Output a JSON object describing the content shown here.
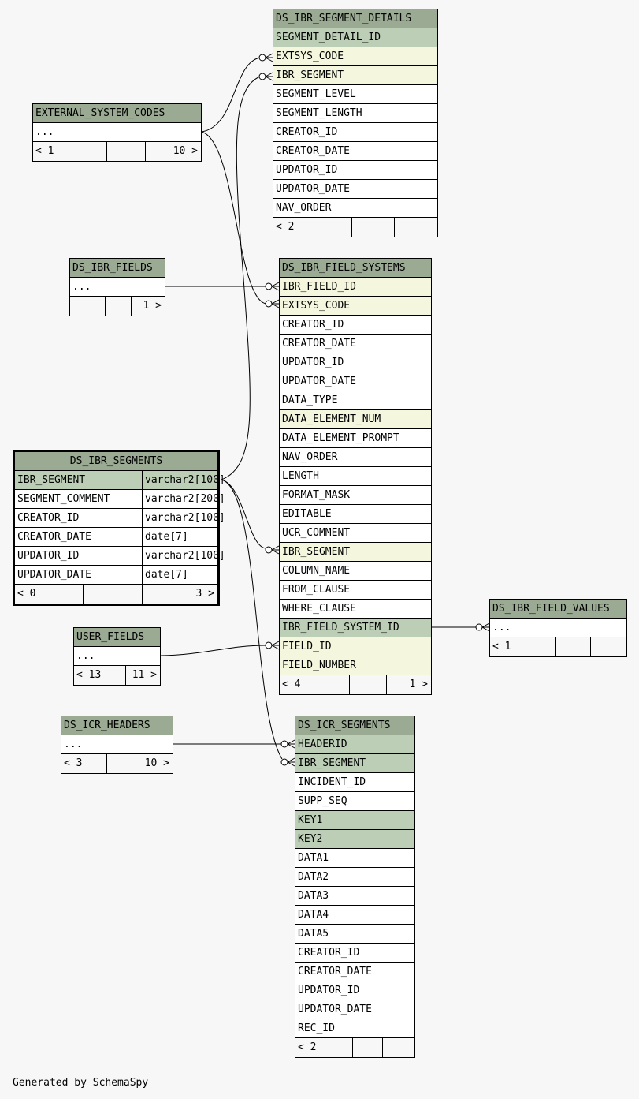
{
  "tables": {
    "segment_details": {
      "name": "DS_IBR_SEGMENT_DETAILS",
      "rows": [
        {
          "label": "SEGMENT_DETAIL_ID",
          "kind": "pk"
        },
        {
          "label": "EXTSYS_CODE",
          "kind": "fk"
        },
        {
          "label": "IBR_SEGMENT",
          "kind": "fk"
        },
        {
          "label": "SEGMENT_LEVEL",
          "kind": "plain"
        },
        {
          "label": "SEGMENT_LENGTH",
          "kind": "plain"
        },
        {
          "label": "CREATOR_ID",
          "kind": "plain"
        },
        {
          "label": "CREATOR_DATE",
          "kind": "plain"
        },
        {
          "label": "UPDATOR_ID",
          "kind": "plain"
        },
        {
          "label": "UPDATOR_DATE",
          "kind": "plain"
        },
        {
          "label": "NAV_ORDER",
          "kind": "plain"
        }
      ],
      "footer": [
        "< 2",
        "",
        ""
      ]
    },
    "external_system_codes": {
      "name": "EXTERNAL_SYSTEM_CODES",
      "rows": [
        {
          "label": "...",
          "kind": "plain"
        }
      ],
      "footer": [
        "< 1",
        "",
        "10 >"
      ]
    },
    "ibr_fields": {
      "name": "DS_IBR_FIELDS",
      "rows": [
        {
          "label": "...",
          "kind": "plain"
        }
      ],
      "footer": [
        "",
        "",
        "1 >"
      ]
    },
    "field_systems": {
      "name": "DS_IBR_FIELD_SYSTEMS",
      "rows": [
        {
          "label": "IBR_FIELD_ID",
          "kind": "fk"
        },
        {
          "label": "EXTSYS_CODE",
          "kind": "fk"
        },
        {
          "label": "CREATOR_ID",
          "kind": "plain"
        },
        {
          "label": "CREATOR_DATE",
          "kind": "plain"
        },
        {
          "label": "UPDATOR_ID",
          "kind": "plain"
        },
        {
          "label": "UPDATOR_DATE",
          "kind": "plain"
        },
        {
          "label": "DATA_TYPE",
          "kind": "plain"
        },
        {
          "label": "DATA_ELEMENT_NUM",
          "kind": "fk"
        },
        {
          "label": "DATA_ELEMENT_PROMPT",
          "kind": "plain"
        },
        {
          "label": "NAV_ORDER",
          "kind": "plain"
        },
        {
          "label": "LENGTH",
          "kind": "plain"
        },
        {
          "label": "FORMAT_MASK",
          "kind": "plain"
        },
        {
          "label": "EDITABLE",
          "kind": "plain"
        },
        {
          "label": "UCR_COMMENT",
          "kind": "plain"
        },
        {
          "label": "IBR_SEGMENT",
          "kind": "fk"
        },
        {
          "label": "COLUMN_NAME",
          "kind": "plain"
        },
        {
          "label": "FROM_CLAUSE",
          "kind": "plain"
        },
        {
          "label": "WHERE_CLAUSE",
          "kind": "plain"
        },
        {
          "label": "IBR_FIELD_SYSTEM_ID",
          "kind": "pk"
        },
        {
          "label": "FIELD_ID",
          "kind": "fk"
        },
        {
          "label": "FIELD_NUMBER",
          "kind": "fk"
        }
      ],
      "footer": [
        "< 4",
        "",
        "1 >"
      ]
    },
    "segments": {
      "name": "DS_IBR_SEGMENTS",
      "rows": [
        {
          "label": "IBR_SEGMENT",
          "type": "varchar2[100]",
          "kind": "pk"
        },
        {
          "label": "SEGMENT_COMMENT",
          "type": "varchar2[200]",
          "kind": "plain"
        },
        {
          "label": "CREATOR_ID",
          "type": "varchar2[100]",
          "kind": "plain"
        },
        {
          "label": "CREATOR_DATE",
          "type": "date[7]",
          "kind": "plain"
        },
        {
          "label": "UPDATOR_ID",
          "type": "varchar2[100]",
          "kind": "plain"
        },
        {
          "label": "UPDATOR_DATE",
          "type": "date[7]",
          "kind": "plain"
        }
      ],
      "footer": [
        "< 0",
        "",
        "3 >"
      ]
    },
    "field_values": {
      "name": "DS_IBR_FIELD_VALUES",
      "rows": [
        {
          "label": "...",
          "kind": "plain"
        }
      ],
      "footer": [
        "< 1",
        "",
        ""
      ]
    },
    "user_fields": {
      "name": "USER_FIELDS",
      "rows": [
        {
          "label": "...",
          "kind": "plain"
        }
      ],
      "footer": [
        "< 13",
        "",
        "11 >"
      ]
    },
    "icr_headers": {
      "name": "DS_ICR_HEADERS",
      "rows": [
        {
          "label": "...",
          "kind": "plain"
        }
      ],
      "footer": [
        "< 3",
        "",
        "10 >"
      ]
    },
    "icr_segments": {
      "name": "DS_ICR_SEGMENTS",
      "rows": [
        {
          "label": "HEADERID",
          "kind": "pk"
        },
        {
          "label": "IBR_SEGMENT",
          "kind": "pk"
        },
        {
          "label": "INCIDENT_ID",
          "kind": "plain"
        },
        {
          "label": "SUPP_SEQ",
          "kind": "plain"
        },
        {
          "label": "KEY1",
          "kind": "pk"
        },
        {
          "label": "KEY2",
          "kind": "pk"
        },
        {
          "label": "DATA1",
          "kind": "plain"
        },
        {
          "label": "DATA2",
          "kind": "plain"
        },
        {
          "label": "DATA3",
          "kind": "plain"
        },
        {
          "label": "DATA4",
          "kind": "plain"
        },
        {
          "label": "DATA5",
          "kind": "plain"
        },
        {
          "label": "CREATOR_ID",
          "kind": "plain"
        },
        {
          "label": "CREATOR_DATE",
          "kind": "plain"
        },
        {
          "label": "UPDATOR_ID",
          "kind": "plain"
        },
        {
          "label": "UPDATOR_DATE",
          "kind": "plain"
        },
        {
          "label": "REC_ID",
          "kind": "plain"
        }
      ],
      "footer": [
        "< 2",
        "",
        ""
      ]
    }
  },
  "colors": {
    "header": "#9aaa93",
    "primary_key": "#bccfb6",
    "foreign_key": "#f4f7dd",
    "background": "#f7f7f7"
  },
  "footer_text": "Generated by SchemaSpy"
}
